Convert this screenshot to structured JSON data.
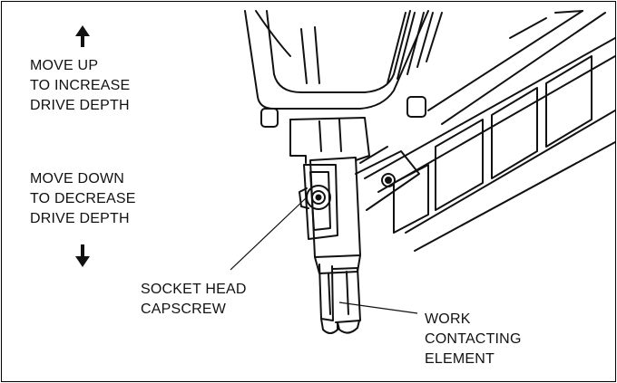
{
  "labels": {
    "move_up": [
      "MOVE UP",
      "TO INCREASE",
      "DRIVE DEPTH"
    ],
    "move_down": [
      "MOVE DOWN",
      "TO DECREASE",
      "DRIVE DEPTH"
    ],
    "socket_head": [
      "SOCKET HEAD",
      "CAPSCREW"
    ],
    "work_contacting": [
      "WORK",
      "CONTACTING",
      "ELEMENT"
    ]
  },
  "icons": {
    "up": "arrow-up-icon",
    "down": "arrow-down-icon"
  },
  "colors": {
    "line": "#111111",
    "background": "#ffffff"
  }
}
